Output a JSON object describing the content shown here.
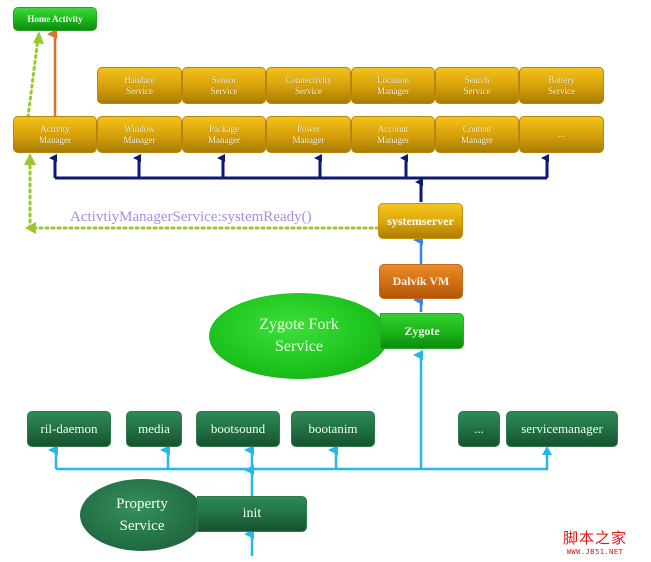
{
  "diagram": {
    "top": {
      "home_activity": "Home Activity"
    },
    "services_row": [
      {
        "line1": "Handare",
        "line2": "Service"
      },
      {
        "line1": "Sensor",
        "line2": "Service"
      },
      {
        "line1": "Connectivity",
        "line2": "Service"
      },
      {
        "line1": "Location",
        "line2": "Manager"
      },
      {
        "line1": "Search",
        "line2": "Service"
      },
      {
        "line1": "Battery",
        "line2": "Service"
      }
    ],
    "managers_row": [
      {
        "line1": "Activity",
        "line2": "Manager"
      },
      {
        "line1": "Window",
        "line2": "Manager"
      },
      {
        "line1": "Package",
        "line2": "Manager"
      },
      {
        "line1": "Power",
        "line2": "Manager"
      },
      {
        "line1": "Account",
        "line2": "Manager"
      },
      {
        "line1": "Content",
        "line2": "Manager"
      },
      {
        "line1": "...",
        "line2": ""
      }
    ],
    "call_label": "ActivtiyManagerService:systemReady()",
    "systemserver": "systemserver",
    "dalvik_vm": "Dalvik VM",
    "zygote_fork_service": {
      "line1": "Zygote Fork",
      "line2": "Service"
    },
    "zygote": "Zygote",
    "daemons": [
      "ril-daemon",
      "media",
      "bootsound",
      "bootanim",
      "...",
      "servicemanager"
    ],
    "property_service": {
      "line1": "Property",
      "line2": "Service"
    },
    "init": "init"
  },
  "colors": {
    "gold": "#d9a20a",
    "orange": "#d06e12",
    "green_bright": "#18b418",
    "green_dark": "#206e42",
    "navy_arrow": "#0b1a78",
    "cyan_arrow": "#22b8ee",
    "blue_arrow": "#3b82f0",
    "dotted_green": "#9ac830",
    "orange_arrow": "#e0702a",
    "label_purple": "#a98ce0"
  },
  "watermark": {
    "chinese": "脚本之家",
    "url": "WWW.JB51.NET"
  }
}
